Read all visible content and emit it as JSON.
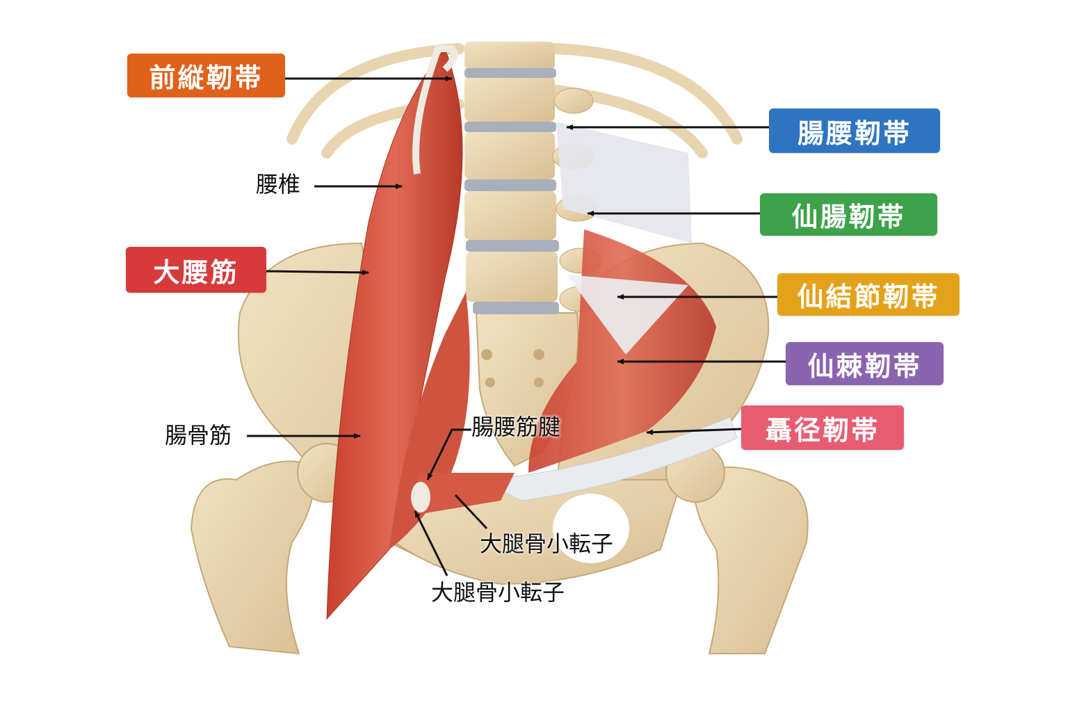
{
  "colored_labels": [
    {
      "text": "前縦靭帯",
      "color": "#e0611a"
    },
    {
      "text": "腸腰靭帯",
      "color": "#2f74c0"
    },
    {
      "text": "仙腸靭帯",
      "color": "#3ea24a"
    },
    {
      "text": "仙結節靭帯",
      "color": "#e3a21a"
    },
    {
      "text": "仙棘靭帯",
      "color": "#8b64b0"
    },
    {
      "text": "聶径靭帯",
      "color": "#e85c72"
    },
    {
      "text": "大腰筋",
      "color": "#d63a3a"
    }
  ],
  "plain_labels": {
    "lumbar": "腰椎",
    "iliacus": "腸骨筋",
    "iliopsoas_tendon": "腸腰筋腱",
    "lesser_trochanter_1": "大腿骨小転子",
    "lesser_trochanter_2": "大腿骨小転子"
  }
}
